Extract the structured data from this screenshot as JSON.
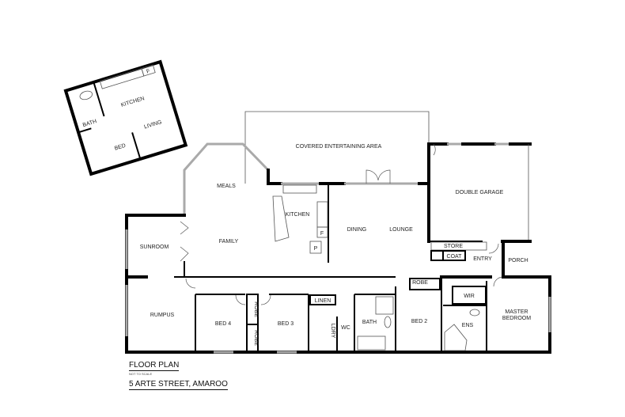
{
  "plan": {
    "title": "FLOOR PLAN",
    "subtitle": "NOT TO SCALE",
    "address": "5 ARTE STREET, AMAROO"
  },
  "granny_flat": {
    "rooms": [
      "KITCHEN",
      "BATH",
      "LIVING",
      "BED"
    ],
    "fridge": "F"
  },
  "rooms": {
    "covered_entertaining": "COVERED ENTERTAINING AREA",
    "meals": "MEALS",
    "kitchen": "KITCHEN",
    "fridge": "F",
    "pantry": "P",
    "family": "FAMILY",
    "dining": "DINING",
    "lounge": "LOUNGE",
    "double_garage": "DOUBLE GARAGE",
    "store": "STORE",
    "coat": "COAT",
    "entry": "ENTRY",
    "porch": "PORCH",
    "sunroom": "SUNROOM",
    "rumpus": "RUMPUS",
    "bed4": "BED 4",
    "robe_a": "ROBE",
    "robe_b": "ROBE",
    "bed3": "BED 3",
    "linen": "LINEN",
    "ldry": "LDRY",
    "wc": "WC",
    "bath": "BATH",
    "robe_c": "ROBE",
    "bed2": "BED 2",
    "wir": "WIR",
    "ens": "ENS",
    "master_line1": "MASTER",
    "master_line2": "BEDROOM"
  }
}
